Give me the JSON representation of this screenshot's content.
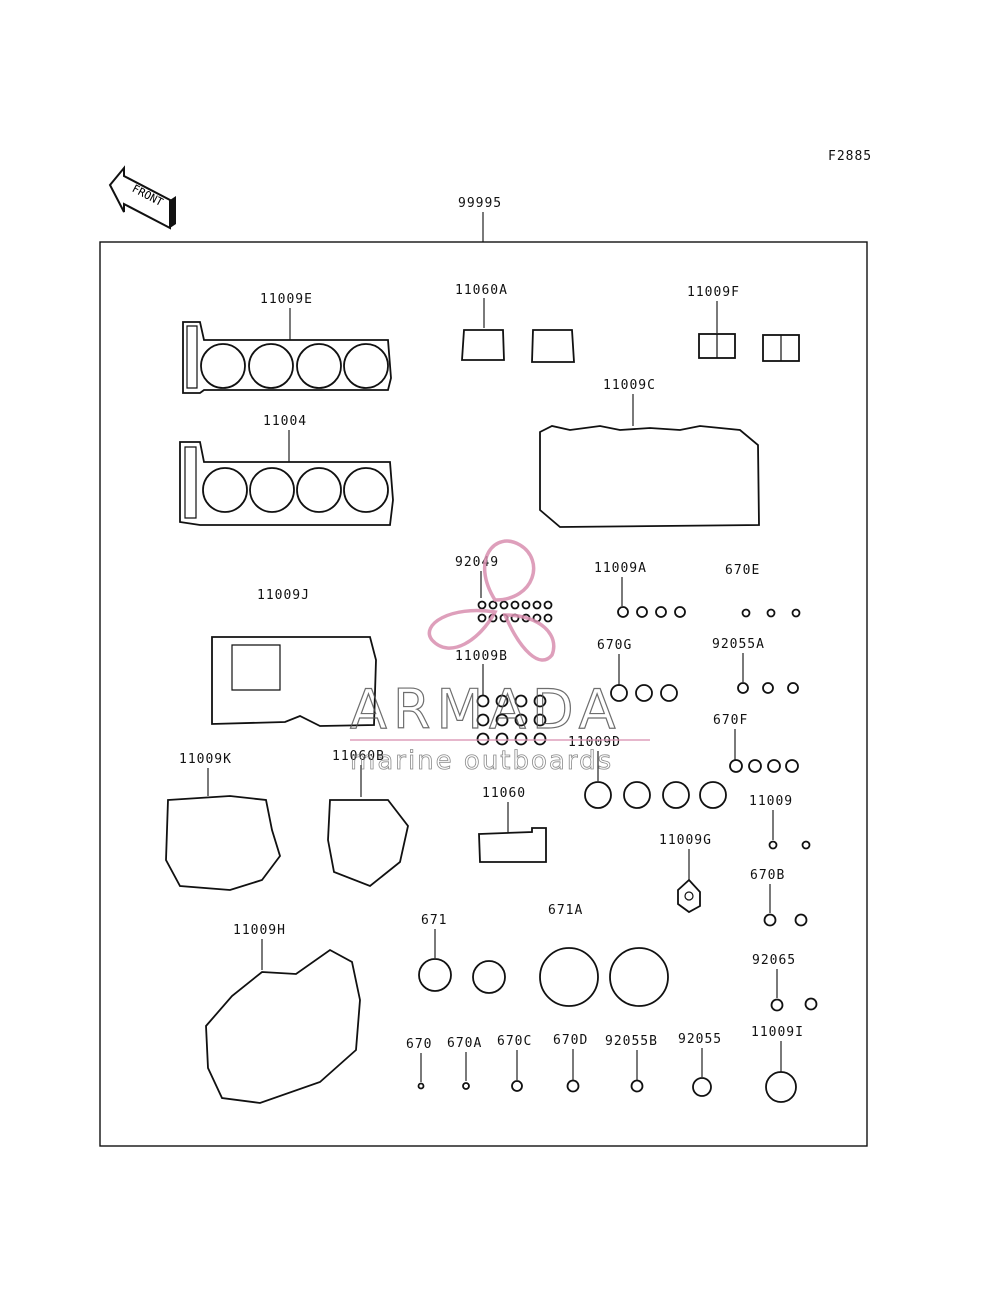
{
  "figure_code": "F2885",
  "kit_part": "99995",
  "front_label": "FRONT",
  "watermark": {
    "brand": "ARMADA",
    "tagline": "marine outboards",
    "color": "#d98fb0"
  },
  "parts": {
    "p11009E": "11009E",
    "p11060A": "11060A",
    "p11009F": "11009F",
    "p11004": "11004",
    "p11009C": "11009C",
    "p92049": "92049",
    "p11009A": "11009A",
    "p670E": "670E",
    "p11009J": "11009J",
    "p11009B": "11009B",
    "p670G": "670G",
    "p92055A": "92055A",
    "p670F": "670F",
    "p11009D": "11009D",
    "p11009K": "11009K",
    "p11060B": "11060B",
    "p11060": "11060",
    "p11009": "11009",
    "p11009G": "11009G",
    "p670B": "670B",
    "p11009H": "11009H",
    "p671": "671",
    "p671A": "671A",
    "p92065": "92065",
    "p670": "670",
    "p670A": "670A",
    "p670C": "670C",
    "p670D": "670D",
    "p92055B": "92055B",
    "p92055": "92055",
    "p11009I": "11009I"
  }
}
